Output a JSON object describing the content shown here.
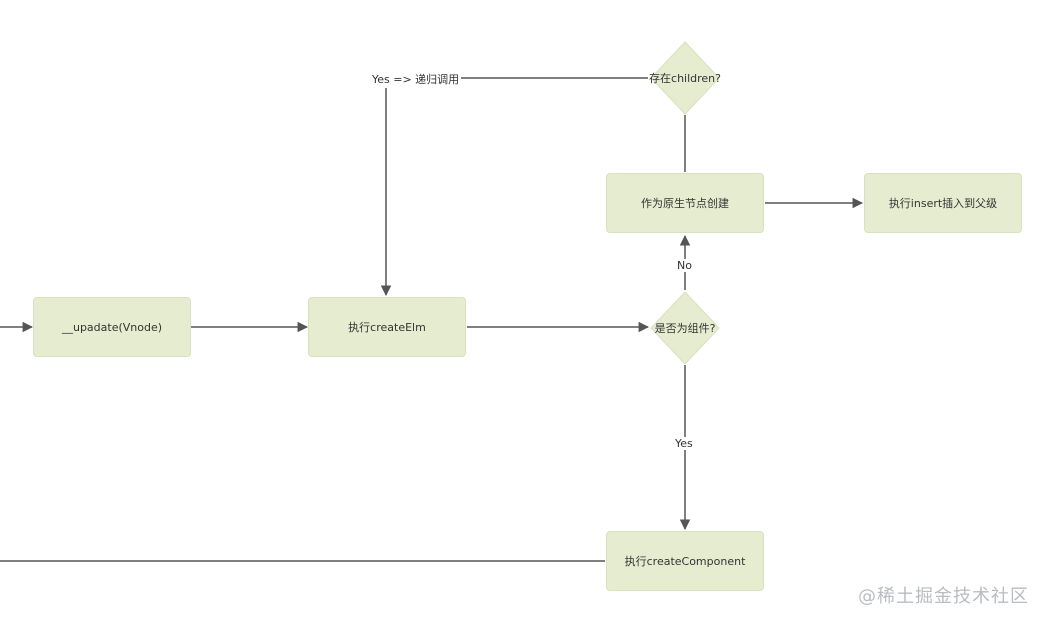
{
  "nodes": {
    "update": "__upadate(Vnode)",
    "create_elm": "执行createElm",
    "native_create": "作为原生节点创建",
    "insert_parent": "执行insert插入到父级",
    "create_component": "执行createComponent"
  },
  "decisions": {
    "has_children": "存在children?",
    "is_component": "是否为组件?"
  },
  "edge_labels": {
    "recursive_call": "Yes => 递归调用",
    "no": "No",
    "yes": "Yes"
  },
  "watermark": "@稀土掘金技术社区",
  "colors": {
    "node_fill": "#e6ecd0",
    "line": "#555555"
  }
}
